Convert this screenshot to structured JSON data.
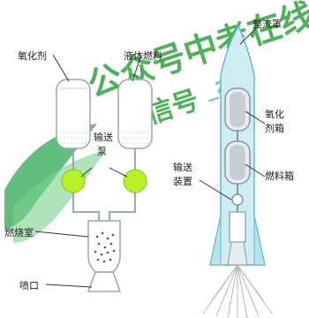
{
  "labels": {
    "oxidizer": "氧化剂",
    "liquid_fuel": "液体燃料",
    "delivery_pump": [
      "输送",
      "泵"
    ],
    "combustion_chamber": "燃烧室",
    "nozzle": "喷口",
    "fairing": "整流罩",
    "oxidizer_tank": [
      "氧化",
      "剂箱"
    ],
    "delivery_device": [
      "输送",
      "装置"
    ],
    "fuel_tank": "燃料箱"
  },
  "colors": {
    "tank_stroke": "#9aa6b2",
    "rocket_body": "#cfeef4",
    "rocket_stroke": "#6ab7c8",
    "pump_green": "#b6f226",
    "watermark_green": "#2fa53a",
    "watermark_teal": "#4fbf9a"
  },
  "watermark": "公众号:中考在线 _zk"
}
